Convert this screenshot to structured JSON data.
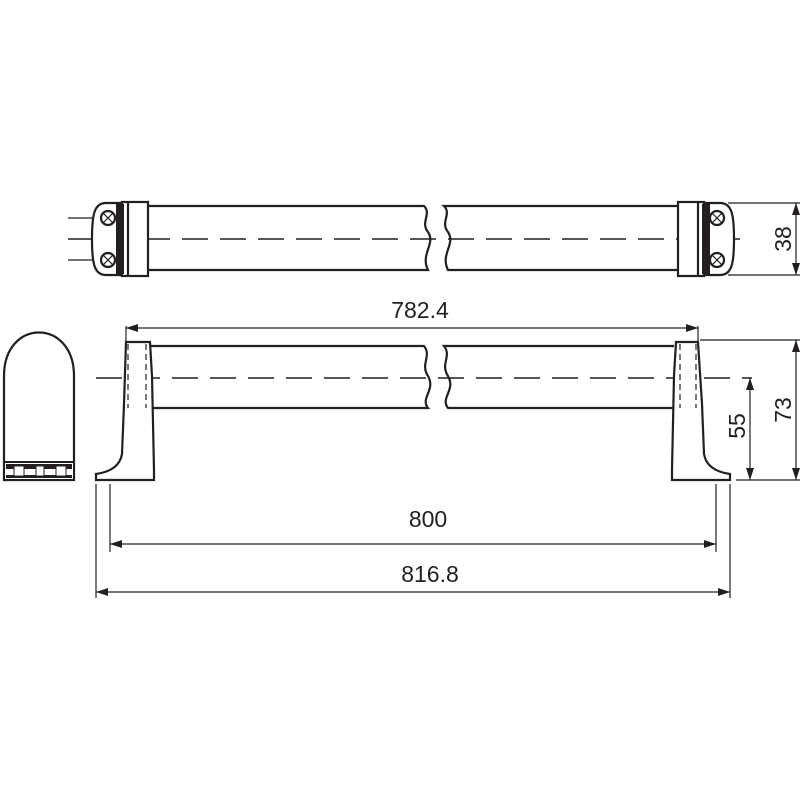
{
  "dimensions": {
    "width_center": "782.4",
    "length_inner": "800",
    "length_overall": "816.8",
    "depth_small": "38",
    "height_inner": "55",
    "height_overall": "73"
  }
}
